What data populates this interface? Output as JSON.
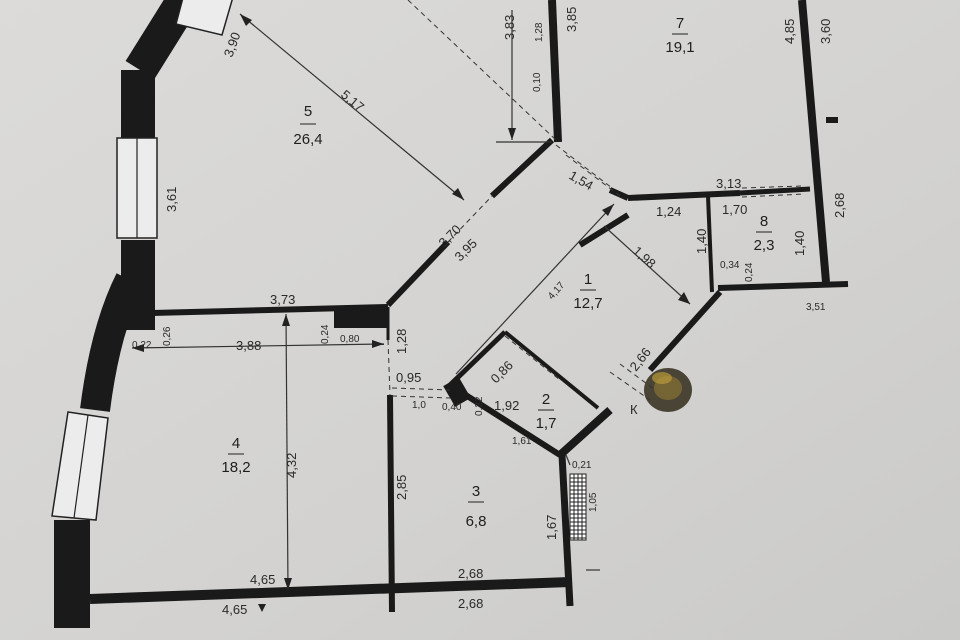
{
  "rooms": [
    {
      "number": "5",
      "area": "26,4"
    },
    {
      "number": "7",
      "area": "19,1"
    },
    {
      "number": "1",
      "area": "12,7"
    },
    {
      "number": "8",
      "area": "2,3"
    },
    {
      "number": "2",
      "area": "1,7"
    },
    {
      "number": "4",
      "area": "18,2"
    },
    {
      "number": "3",
      "area": "6,8"
    }
  ],
  "dimensions": [
    "3,90",
    "5,17",
    "3,61",
    "3,83",
    "1,28",
    "3,85",
    "0,10",
    "4,85",
    "3,60",
    "1,54",
    "3,13",
    "1,24",
    "1,70",
    "2,68",
    "1,40",
    "1,40",
    "0,34",
    "0,24",
    "1,98",
    "3,70",
    "3,95",
    "4,17",
    "3,51",
    "3,73",
    "0,24",
    "0,80",
    "1,28",
    "0,26",
    "0,22",
    "3,88",
    "0,95",
    "1,0",
    "0,40",
    "0,32",
    "0,86",
    "1,92",
    "1,61",
    "2,66",
    "4,32",
    "2,85",
    "0,21",
    "1,05",
    "1,67",
    "4,65",
    "2,68",
    "4,65",
    "2,68",
    "К"
  ],
  "colors": {
    "paper": "#d6d5d3",
    "wall": "#1a1a1a",
    "text": "#2a2a2a"
  }
}
